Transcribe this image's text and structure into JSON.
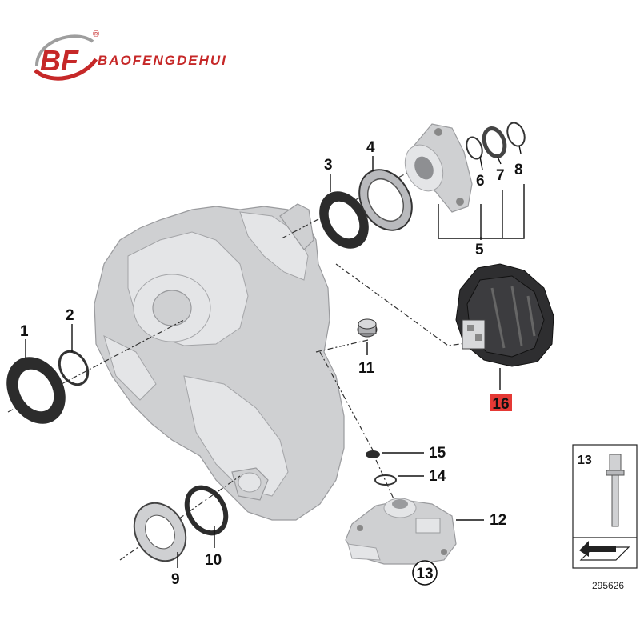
{
  "brand": {
    "name": "BAOFENGDEHUI",
    "registered_mark": "®",
    "logo_letters": "BF",
    "logo_icon": "baofengdehui-logo-icon",
    "colors": {
      "primary": "#c62828",
      "secondary": "#9e9e9e"
    }
  },
  "callouts": [
    {
      "id": "1",
      "label": "1"
    },
    {
      "id": "2",
      "label": "2"
    },
    {
      "id": "3",
      "label": "3"
    },
    {
      "id": "4",
      "label": "4"
    },
    {
      "id": "5",
      "label": "5"
    },
    {
      "id": "6",
      "label": "6"
    },
    {
      "id": "7",
      "label": "7"
    },
    {
      "id": "8",
      "label": "8"
    },
    {
      "id": "9",
      "label": "9"
    },
    {
      "id": "10",
      "label": "10"
    },
    {
      "id": "11",
      "label": "11"
    },
    {
      "id": "12",
      "label": "12"
    },
    {
      "id": "13",
      "label": "13"
    },
    {
      "id": "14",
      "label": "14"
    },
    {
      "id": "15",
      "label": "15"
    },
    {
      "id": "16",
      "label": "16"
    }
  ],
  "highlight": {
    "label": "16",
    "color": "#e53935"
  },
  "legend": {
    "label": "13",
    "code": "295626"
  }
}
